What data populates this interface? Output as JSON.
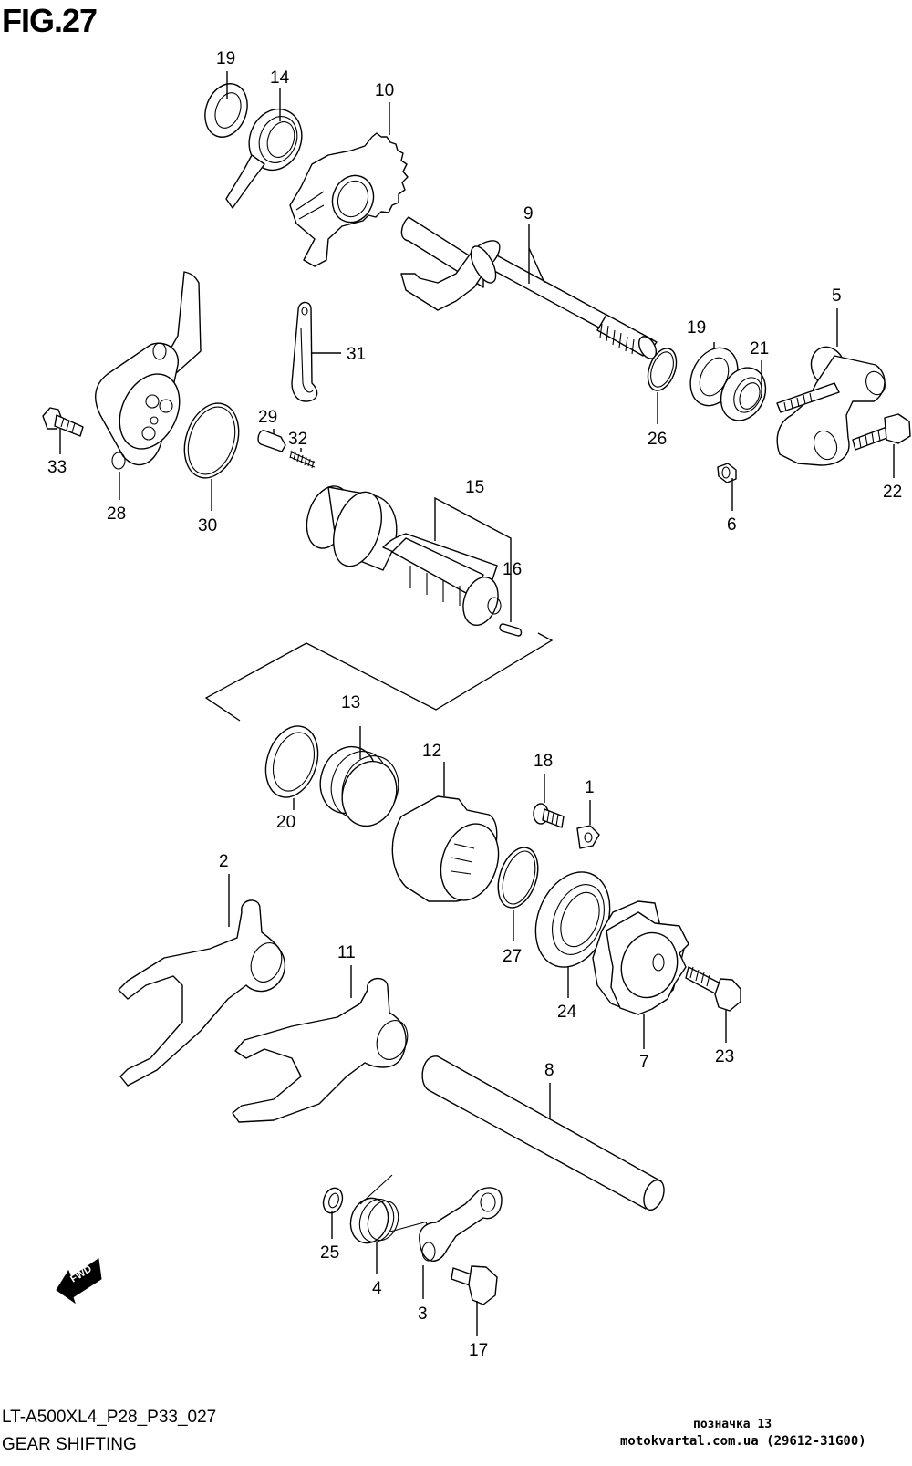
{
  "figure": {
    "title": "FIG.27",
    "code": "LT-A500XL4_P28_P33_027",
    "name": "GEAR SHIFTING"
  },
  "watermark": {
    "line1": "позначка 13",
    "line2": "motokvartal.com.ua (29612-31G00)"
  },
  "direction_indicator": {
    "label": "FWD",
    "icon": "arrow-left-down"
  },
  "callouts": {
    "c1": "1",
    "c2": "2",
    "c3": "3",
    "c4": "4",
    "c5": "5",
    "c6": "6",
    "c7": "7",
    "c8": "8",
    "c9": "9",
    "c10": "10",
    "c11": "11",
    "c12": "12",
    "c13": "13",
    "c14": "14",
    "c15": "15",
    "c16": "16",
    "c17": "17",
    "c18": "18",
    "c19a": "19",
    "c19b": "19",
    "c20": "20",
    "c21": "21",
    "c22": "22",
    "c23": "23",
    "c24": "24",
    "c25": "25",
    "c26": "26",
    "c27": "27",
    "c28": "28",
    "c29": "29",
    "c30": "30",
    "c31": "31",
    "c32": "32",
    "c33": "33"
  }
}
